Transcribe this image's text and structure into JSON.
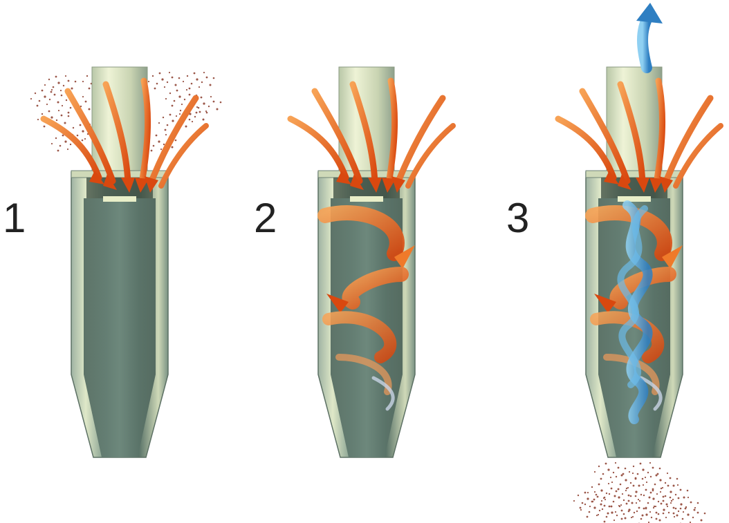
{
  "figure": {
    "stages": [
      {
        "label": "1"
      },
      {
        "label": "2"
      },
      {
        "label": "3"
      }
    ]
  },
  "colors": {
    "background": "#ffffff",
    "label_text": "#222222",
    "cyclone_body": "#6f8a7e",
    "cyclone_highlight": "#dfe8c8",
    "intake_arrow": "#e8601c",
    "vortex_outer": "#ef7a2a",
    "vortex_inner": "#4da6dc",
    "dust_particles": "#8a3a2a"
  },
  "icons": {
    "intake_arrows": "curved-arrow-icon",
    "outer_vortex": "spiral-arrow-icon",
    "inner_vortex": "spiral-arrow-icon",
    "outlet_arrow": "up-arrow-icon"
  }
}
